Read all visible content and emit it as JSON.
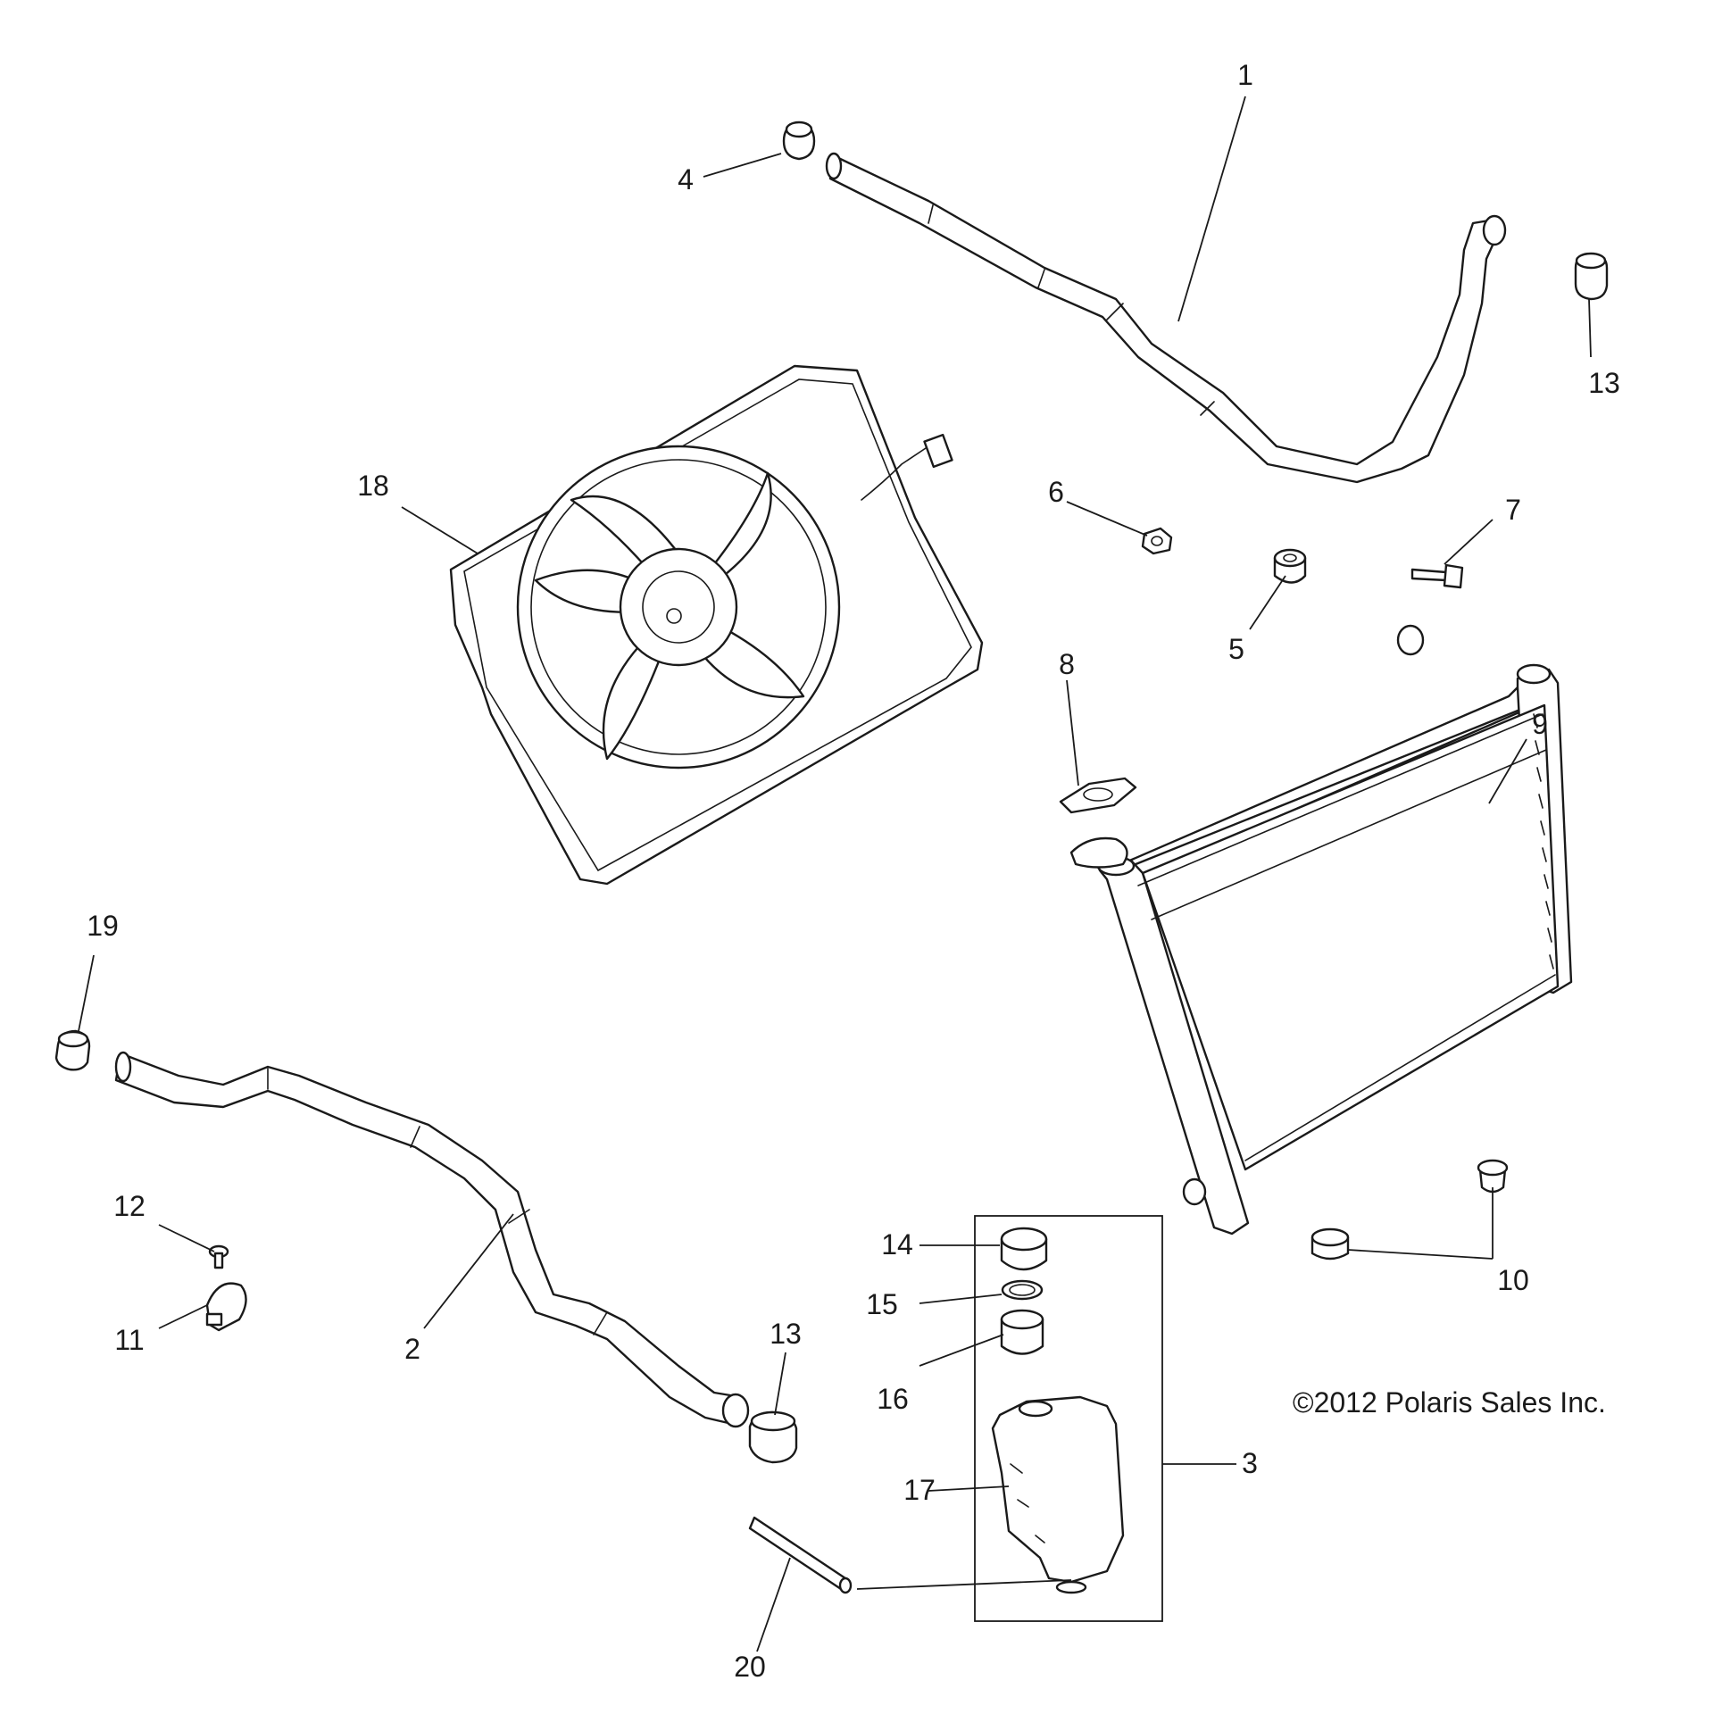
{
  "diagram": {
    "callouts": [
      {
        "id": "1",
        "label": "1"
      },
      {
        "id": "2",
        "label": "2"
      },
      {
        "id": "3",
        "label": "3"
      },
      {
        "id": "4",
        "label": "4"
      },
      {
        "id": "5",
        "label": "5"
      },
      {
        "id": "6",
        "label": "6"
      },
      {
        "id": "7",
        "label": "7"
      },
      {
        "id": "8",
        "label": "8"
      },
      {
        "id": "9",
        "label": "9"
      },
      {
        "id": "10",
        "label": "10"
      },
      {
        "id": "11",
        "label": "11"
      },
      {
        "id": "12",
        "label": "12"
      },
      {
        "id": "13a",
        "label": "13"
      },
      {
        "id": "13b",
        "label": "13"
      },
      {
        "id": "14",
        "label": "14"
      },
      {
        "id": "15",
        "label": "15"
      },
      {
        "id": "16",
        "label": "16"
      },
      {
        "id": "17",
        "label": "17"
      },
      {
        "id": "18",
        "label": "18"
      },
      {
        "id": "19",
        "label": "19"
      },
      {
        "id": "20",
        "label": "20"
      }
    ],
    "copyright": "©2012  Polaris Sales Inc."
  }
}
